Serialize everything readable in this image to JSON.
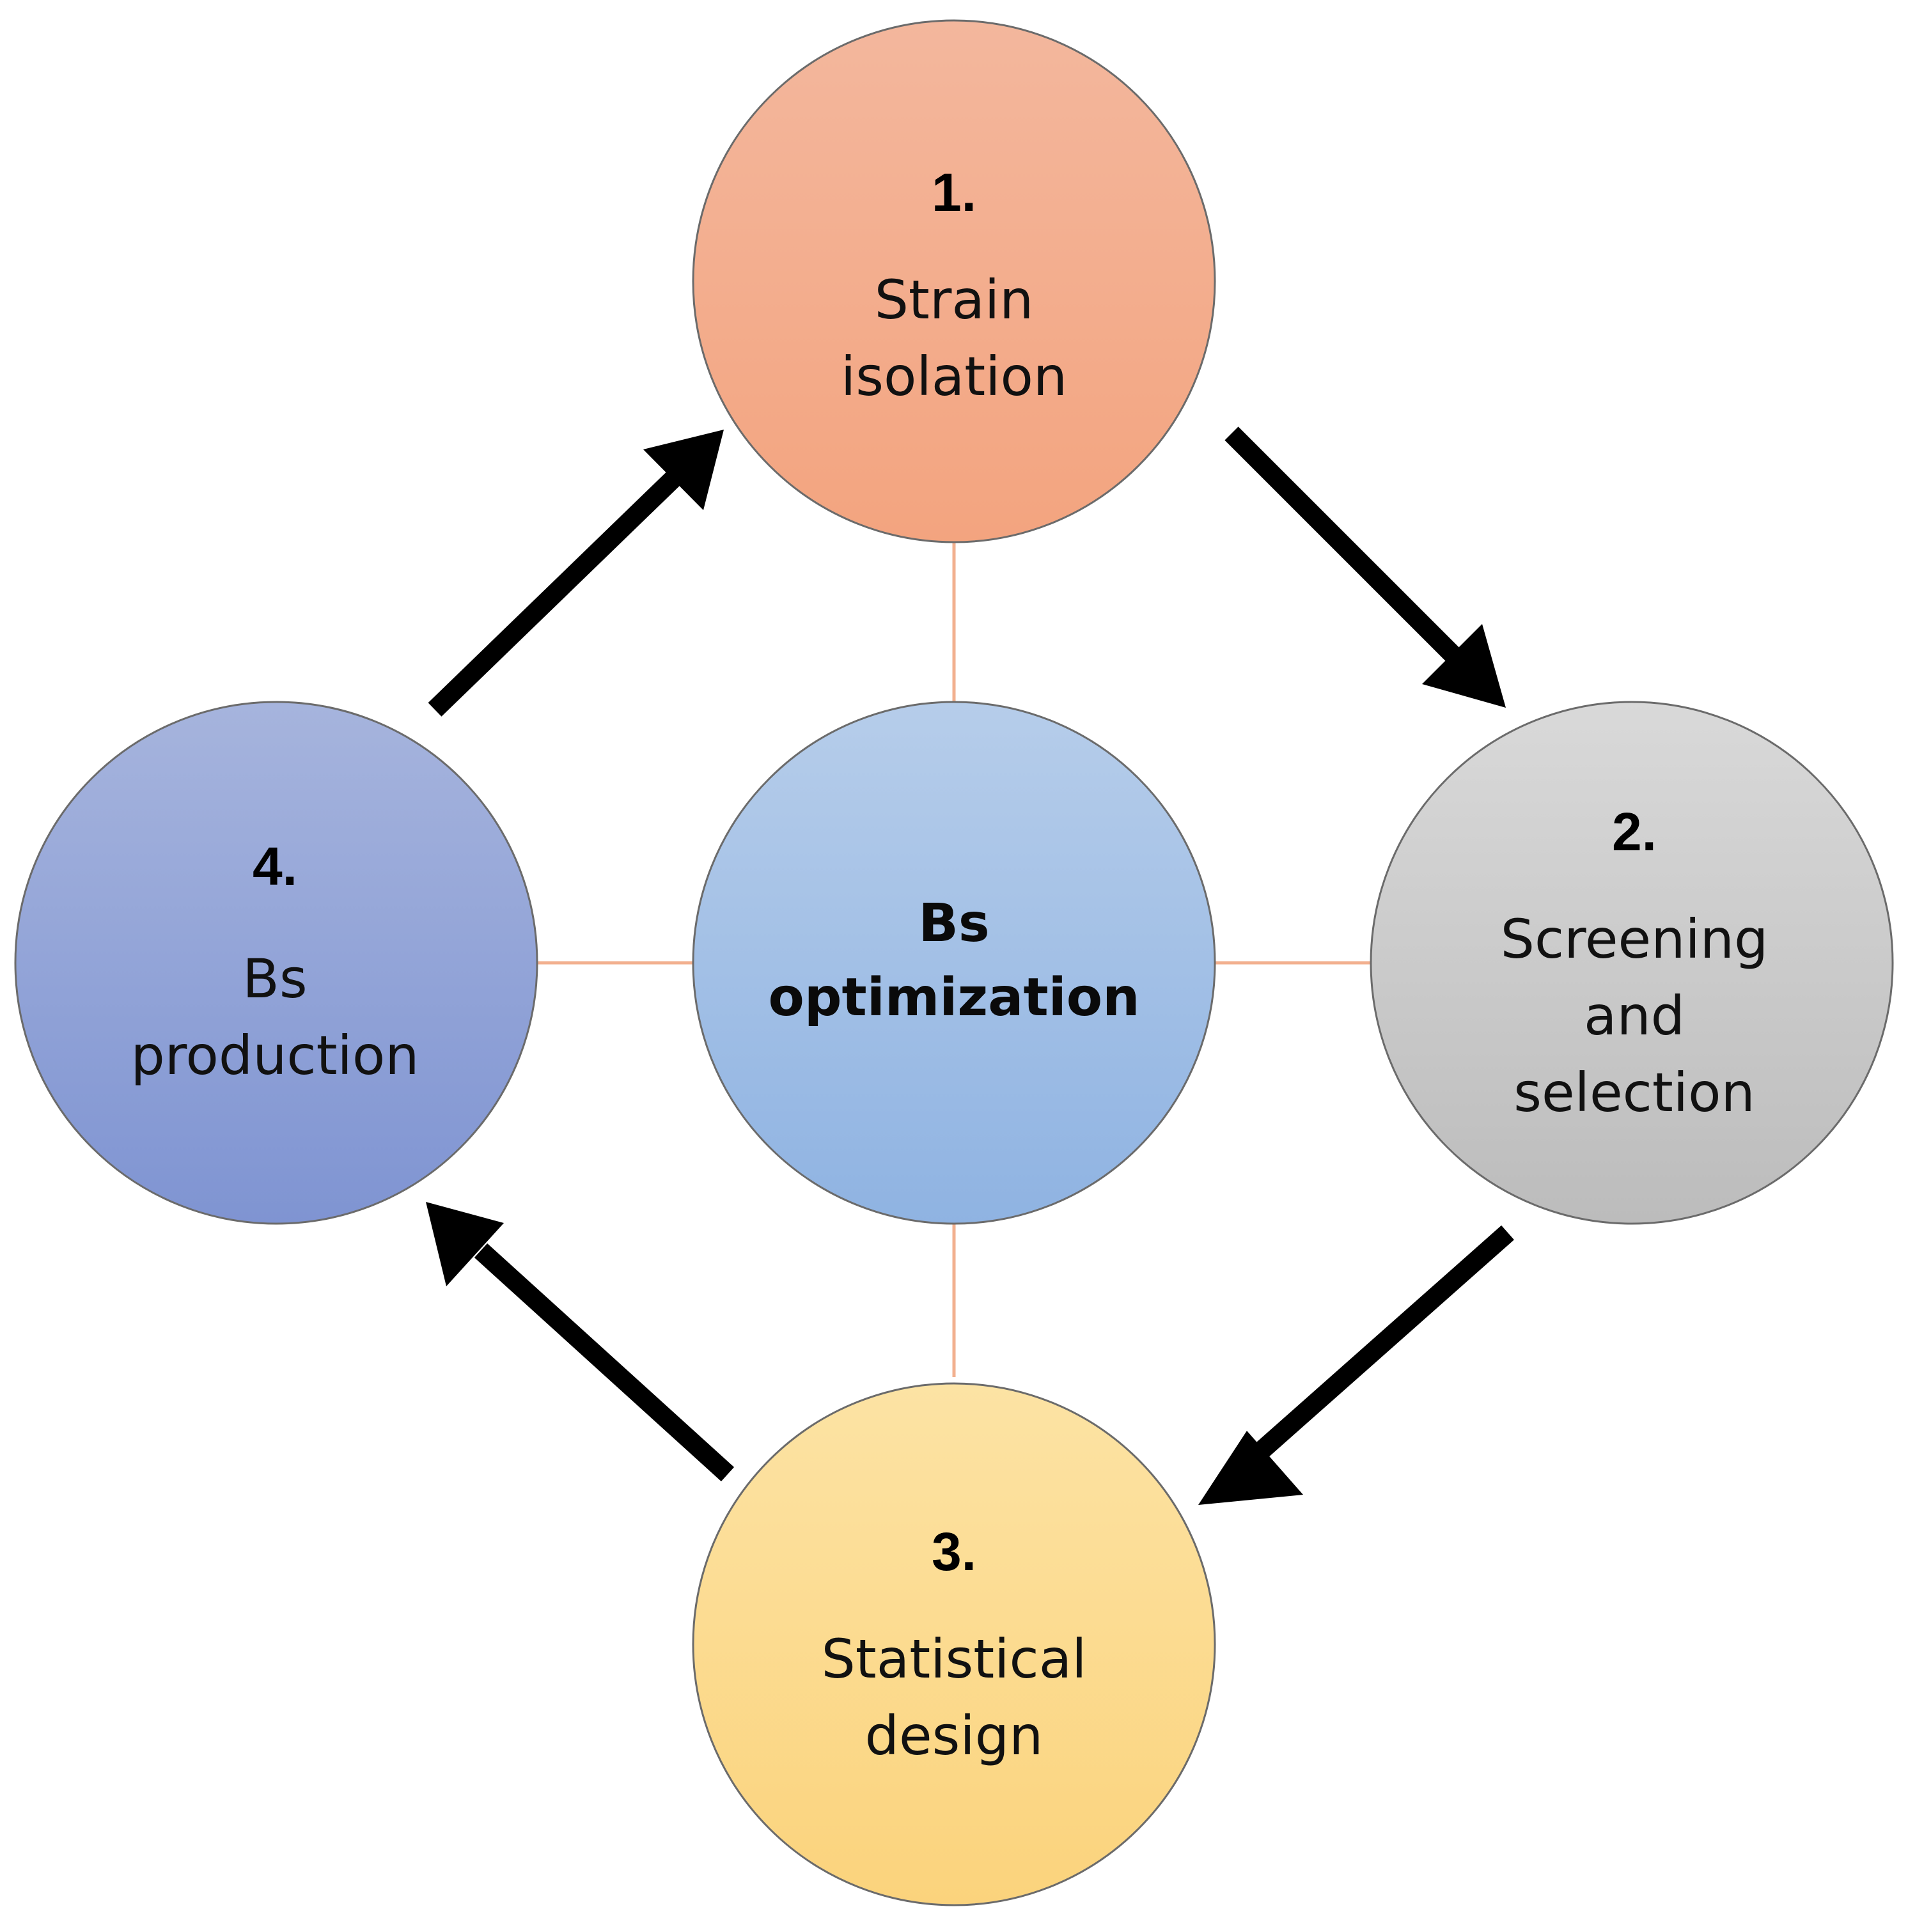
{
  "center": {
    "line1": "Bs",
    "line2": "optimization"
  },
  "steps": [
    {
      "number": "1.",
      "lines": [
        "Strain",
        "isolation"
      ]
    },
    {
      "number": "2.",
      "lines": [
        "Screening",
        "and",
        "selection"
      ]
    },
    {
      "number": "3.",
      "lines": [
        "Statistical",
        "design"
      ]
    },
    {
      "number": "4.",
      "lines": [
        "Bs",
        "production"
      ]
    }
  ],
  "colors": {
    "step1_top": "#f3b79d",
    "step1_bottom": "#f3a47f",
    "step2_top": "#d9d9d9",
    "step2_bottom": "#bcbcbc",
    "step3_top": "#fce3a4",
    "step3_bottom": "#fbd37c",
    "step4_top": "#a6b4dd",
    "step4_bottom": "#7f94d2",
    "center_top": "#b6cdea",
    "center_bottom": "#8fb3e2",
    "connector": "#f2b08f",
    "arrow": "#000000"
  }
}
